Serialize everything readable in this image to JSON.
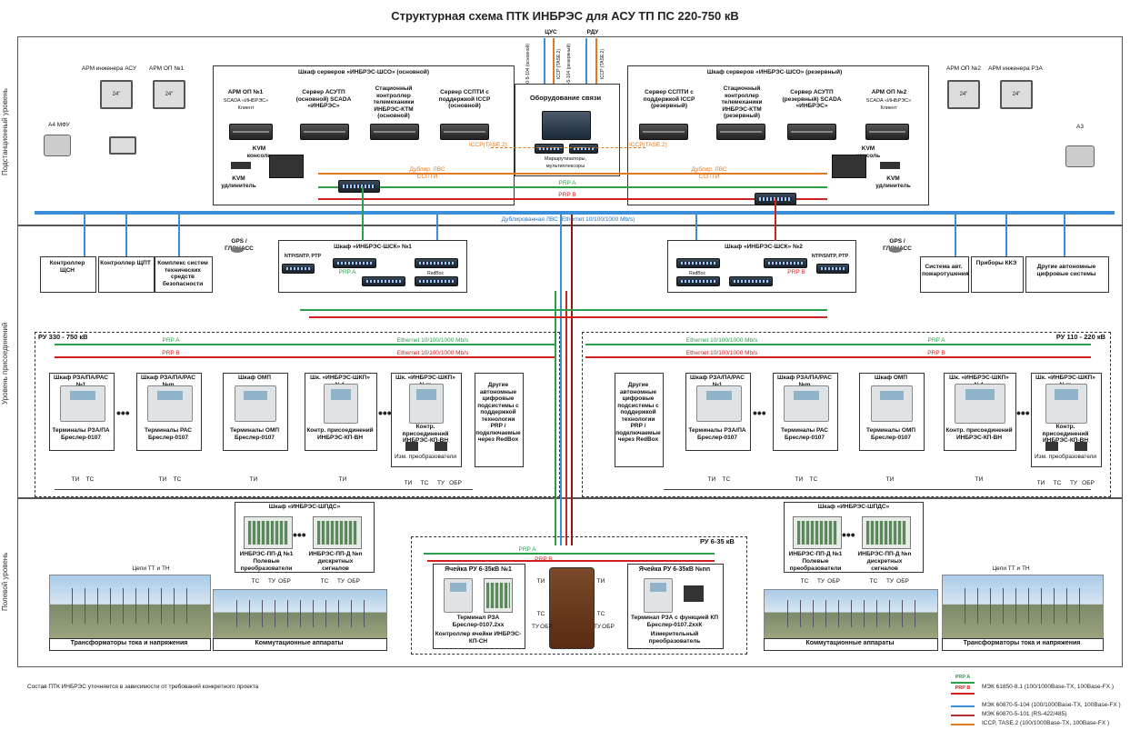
{
  "title": "Структурная схема ПТК ИНБРЭС для АСУ ТП ПС 220-750 кВ",
  "levels": {
    "substation": "Подстанционный уровень",
    "connection": "Уровень присоединений",
    "field": "Полевой уровень"
  },
  "top_links": {
    "tsus": "ЦУС",
    "rdu": "РДУ",
    "l1": "МЭК 60870-5-104 (основной)",
    "l2": "ICCP (TASE.2)",
    "l3": "МЭК 60870-5-104 (резервный)",
    "l4": "ICCP (TASE.2)"
  },
  "substation": {
    "arm_asu": "АРМ инженера АСУ",
    "arm_op1": "АРМ ОП №1",
    "mfu": "А4 МФУ",
    "arm_op2": "АРМ ОП №2",
    "arm_rza": "АРМ инженера РЗА",
    "a3": "А3",
    "monitor": "24\"",
    "main_cabinet": "Шкаф серверов «ИНБРЭС-ШСО» (основной)",
    "reserve_cabinet": "Шкаф серверов «ИНБРЭС-ШСО» (резервный)",
    "comm": "Оборудование связи",
    "routers": "Маршрутизаторы, мультиплексоры",
    "m_arm": "АРМ ОП №1",
    "m_arm_sub": "SCADA «ИНБРЭС» Клиент",
    "m_asutp": "Сервер АСУТП (основной) SCADA «ИНБРЭС»",
    "m_ktm": "Стационный контроллер телемеханики ИНБРЭС-КТМ (основной)",
    "m_sspti": "Сервер ССПТИ с поддержкой ICCP (основной)",
    "r_sspti": "Сервер ССПТИ с поддержкой ICCP (резервный)",
    "r_ktm": "Стационный контроллер телемеханики ИНБРЭС-КТМ (резервный)",
    "r_asutp": "Сервер АСУТП (резервный) SCADA «ИНБРЭС»",
    "r_arm": "АРМ ОП №2",
    "r_arm_sub": "SCADA «ИНБРЭС» Клиент",
    "kvm_console": "KVM консоль",
    "kvm_ext": "KVM удлинитель",
    "iccp_label": "ICCP(TASE.2)",
    "dubl_sspti": "Дублир. ЛВС ССПТИ",
    "prp_a": "PRP A",
    "prp_b": "PRP B",
    "lan": "Дублированная ЛВС (Ethernet 10/100/1000 Mb/s)"
  },
  "connection": {
    "gps1": "GPS / ГЛОНАСС",
    "gps2": "GPS / ГЛОНАСС",
    "ntp": "NTP/SNTP, PTP",
    "shsk1": "Шкаф «ИНБРЭС-ШСК» №1",
    "shsk2": "Шкаф «ИНБРЭС-ШСК» №2",
    "kontr_shsn": "Контроллер ЩСН",
    "kontr_shpt": "Контроллер ЩПТ",
    "security": "Комплекс систем технических средств безопасности",
    "fire": "Система авт. пожаротушения",
    "kkz": "Приборы ККЭ",
    "autonomous": "Другие автономные цифровые системы",
    "redbox": "RedBox"
  },
  "ru_left": {
    "title": "РУ 330 - 750 кВ",
    "eth_a": "Ethernet 10/100/1000 Mb/s",
    "eth_b": "Ethernet 10/100/1000 Mb/s",
    "cab1": "Шкаф РЗА/ПА/РАС №1",
    "cab1_sub": "Терминалы РЗА/ПА Бреслер-0107",
    "cab2": "Шкаф РЗА/ПА/РАС №m",
    "cab2_sub": "Терминалы РАС Бреслер-0107",
    "cab3": "Шкаф ОМП",
    "cab3_sub": "Терминалы ОМП Бреслер-0107",
    "cab4": "Шк. «ИНБРЭС-ШКП» №1",
    "cab4_sub": "Контр. присоединений ИНБРЭС-КП-ВН",
    "cab5": "Шк. «ИНБРЭС-ШКП» №m",
    "cab5_sub": "Контр. присоединений ИНБРЭС-КП-ВН",
    "cab5_sub2": "Изм. преобразователи",
    "other": "Другие автономные цифровые подсистемы с поддержкой технологии PRP / подключаемые через RedBox"
  },
  "ru_right": {
    "title": "РУ 110 - 220 кВ",
    "eth_a": "Ethernet 10/100/1000 Mb/s",
    "eth_b": "Ethernet 10/100/1000 Mb/s",
    "other": "Другие автономные цифровые подсистемы с поддержкой технологии PRP / подключаемые через RedBox",
    "cab1": "Шкаф РЗА/ПА/РАС №1",
    "cab1_sub": "Терминалы РЗА/ПА Бреслер-0107",
    "cab2": "Шкаф РЗА/ПА/РАС №m",
    "cab2_sub": "Терминалы РАС Бреслер-0107",
    "cab3": "Шкаф ОМП",
    "cab3_sub": "Терминалы ОМП Бреслер-0107",
    "cab4": "Шк. «ИНБРЭС-ШКП» №1",
    "cab4_sub": "Контр. присоединений ИНБРЭС-КП-ВН",
    "cab5": "Шк. «ИНБРЭС-ШКП» №m",
    "cab5_sub": "Контр. присоединений ИНБРЭС-КП-ВН",
    "cab5_sub2": "Изм. преобразователи"
  },
  "signals": {
    "ti": "ТИ",
    "ts": "ТС",
    "tu": "ТУ",
    "obr": "ОБР"
  },
  "field": {
    "shpds_l": "Шкаф «ИНБРЭС-ШПДС»",
    "shpds_r": "Шкаф «ИНБРЭС-ШПДС»",
    "pp1": "ИНБРЭС-ПП-Д №1",
    "pp1_sub": "Полевые преобразователи",
    "ppn": "ИНБРЭС-ПП-Д №n",
    "ppn_sub": "дискретных сигналов",
    "circuits": "Цепи ТТ и ТН",
    "tt_l": "Трансформаторы тока и напряжения",
    "sw_l": "Коммутационные аппараты",
    "sw_r": "Коммутационные аппараты",
    "tt_r": "Трансформаторы тока и напряжения",
    "ru635": "РУ 6-35 кВ",
    "cell1": "Ячейка РУ 6-35кВ №1",
    "cell1_t1": "Терминал РЗА Бреслер-0107.2xx",
    "cell1_t2": "Контроллер ячейки ИНБРЭС-КП-СН",
    "celln": "Ячейка РУ 6-35кВ №nn",
    "celln_t1": "Терминал РЗА с функцией КП Бреслер-0107.2ххК",
    "celln_t2": "Измерительный преобразователь"
  },
  "footnote": "Состав ПТК ИНБРЭС уточняется в зависимости от требований конкретного проекта",
  "legend": [
    {
      "label": "МЭК 61850-8.1 (100/1000Base-TX, 100Base-FX )",
      "color": "#2aa04a",
      "tag_a": "PRP A",
      "tag_b": "PRP B"
    },
    {
      "label": "МЭК 60870-5-104 (100/1000Base-TX, 100Base-FX )",
      "color": "#3b8fd9"
    },
    {
      "label": "МЭК 60870-5-101 (RS-422/485)",
      "color": "#b03030"
    },
    {
      "label": "ICCP, TASE.2 (100/1000Base-TX, 100Base-FX )",
      "color": "#e07a20"
    }
  ],
  "colors": {
    "green": "#2aa04a",
    "red": "#d02020",
    "blue": "#3b8fd9",
    "orange": "#e07a20",
    "darkred": "#8b1a1a"
  }
}
